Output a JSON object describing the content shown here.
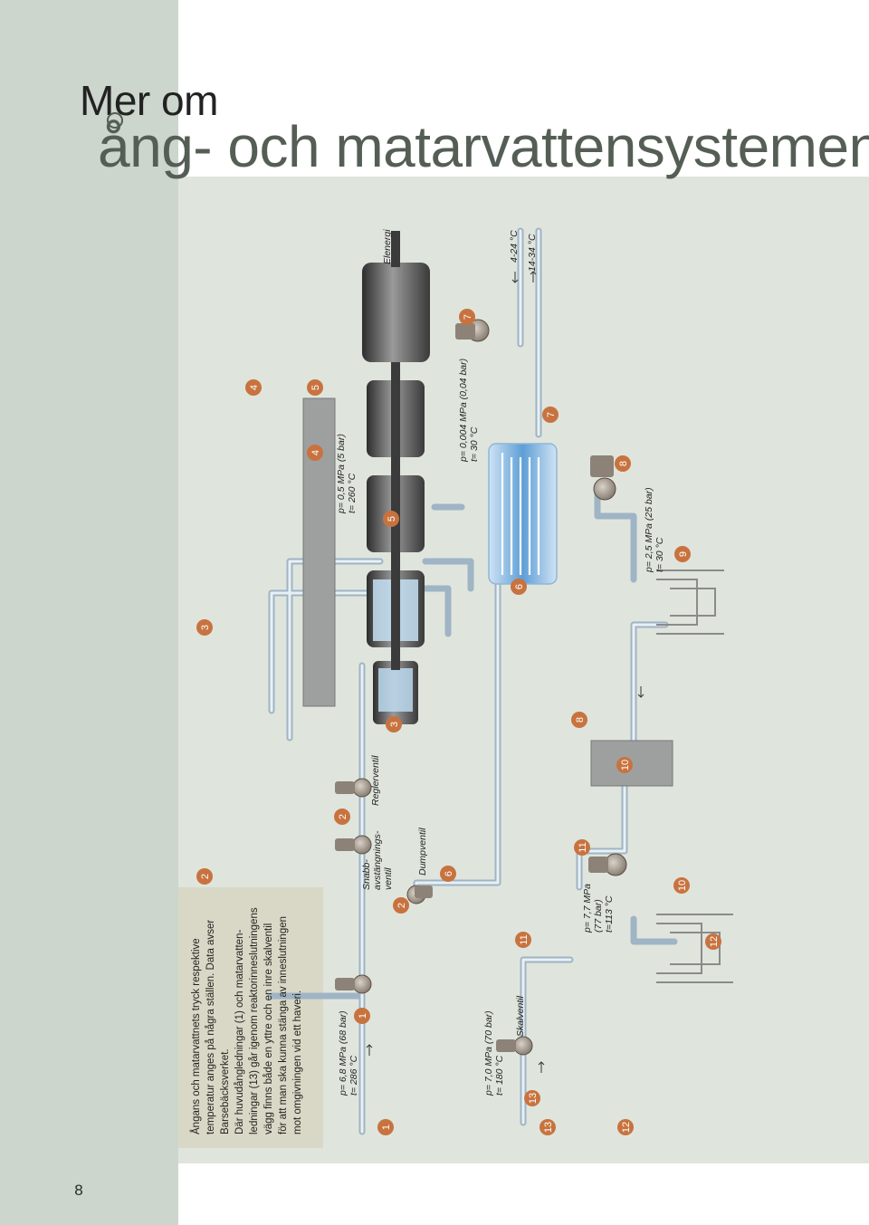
{
  "page": {
    "number": "8"
  },
  "title": {
    "line1": "Mer om",
    "line2": "ång- och matarvattensystemen"
  },
  "caption": {
    "lines": [
      "Ångans och matarvattnets tryck respektive",
      "temperatur anges på några ställen. Data avser",
      "Barsebäcksverket.",
      "Där huvudångledningar (1) och matarvatten-",
      "ledningar (13) går igenom reaktorinneslutningens",
      "vägg finns både en yttre och en inre skalventil",
      "för att man ska kunna stänga av inneslutningen",
      "mot omgivningen vid ett haveri."
    ]
  },
  "pipe_labels": [
    {
      "id": "1",
      "text": "1"
    },
    {
      "id": "2",
      "text": "2"
    },
    {
      "id": "3",
      "text": "3"
    },
    {
      "id": "4",
      "text": "4"
    },
    {
      "id": "5",
      "text": "5"
    },
    {
      "id": "6",
      "text": "6"
    },
    {
      "id": "7",
      "text": "7"
    },
    {
      "id": "8",
      "text": "8"
    },
    {
      "id": "9",
      "text": "9"
    },
    {
      "id": "10",
      "text": "10"
    },
    {
      "id": "11",
      "text": "11"
    },
    {
      "id": "12",
      "text": "12"
    },
    {
      "id": "13",
      "text": "13"
    }
  ],
  "valves": {
    "reglerventil": "Reglerventil",
    "snabb1": "Snabb-",
    "snabb2": "avstängnings-",
    "snabb3": "ventil",
    "dumpventil": "Dumpventil",
    "skalventil": "Skalventil"
  },
  "conditions": {
    "c1_p": "p= 6,8 MPa (68 bar)",
    "c1_t": "t= 286 °C",
    "c2_p": "p= 0,5 MPa (5 bar)",
    "c2_t": "t= 260 °C",
    "c3_p": "p= 0,004 MPa (0,04 bar)",
    "c3_t": "t= 30 °C",
    "c4_p": "p= 2,5 MPa (25 bar)",
    "c4_t": "t= 30 °C",
    "c5_p": "p= 7,7 MPa",
    "c5_b": "(77 bar)",
    "c5_t": "t=113 °C",
    "c6_p": "p= 7,0 MPa (70 bar)",
    "c6_t": "t= 180 °C",
    "sea_in": "4-24 °C",
    "sea_out": "14-34 °C"
  },
  "generator": {
    "label": "Elenergi"
  },
  "colors": {
    "sidebar": "#ccd6cc",
    "panel": "#dfe5dd",
    "marker": "#c8733f",
    "pipe_outer": "#9fb4c4",
    "pipe_inner": "#e9f0f4",
    "water": "#62a3d6",
    "machine": "#5a5a5a"
  }
}
